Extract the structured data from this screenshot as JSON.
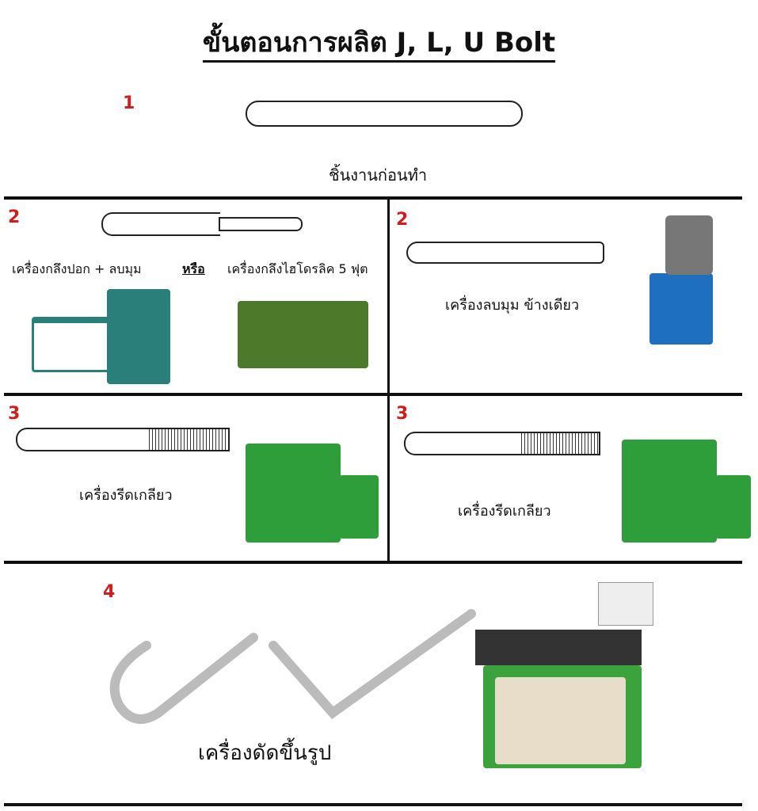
{
  "title": "ขั้นตอนการผลิต J, L, U Bolt",
  "step1": {
    "number": "1",
    "caption": "ชิ้นงานก่อนทำ"
  },
  "step2_left": {
    "number": "2",
    "machine_a": "เครื่องกลึงปอก + ลบมุม",
    "or": "หรือ",
    "machine_b": "เครื่องกลึงไฮโดรลิค 5 ฟุต"
  },
  "step2_right": {
    "number": "2",
    "caption": "เครื่องลบมุม ข้างเดียว"
  },
  "step3_left": {
    "number": "3",
    "caption": "เครื่องรีดเกลียว"
  },
  "step3_right": {
    "number": "3",
    "caption": "เครื่องรีดเกลียว"
  },
  "step4": {
    "number": "4",
    "caption": "เครื่องดัดขึ้นรูป"
  },
  "colors": {
    "accent": "#d21d1d",
    "machine_green": "#2e9e3a",
    "machine_blue": "#1f6fc0",
    "machine_teal": "#2b7f7a"
  }
}
